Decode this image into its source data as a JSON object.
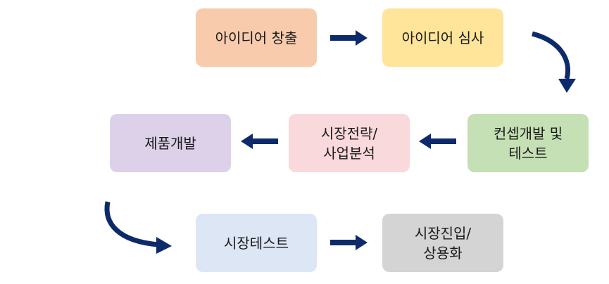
{
  "diagram": {
    "steps": [
      {
        "id": "idea-generation",
        "lines": [
          "아이디어 창출"
        ]
      },
      {
        "id": "idea-screening",
        "lines": [
          "아이디어 심사"
        ]
      },
      {
        "id": "concept-dev-test",
        "lines": [
          "컨셉개발 및",
          "테스트"
        ]
      },
      {
        "id": "marketing-strategy",
        "lines": [
          "시장전략/",
          "사업분석"
        ]
      },
      {
        "id": "product-dev",
        "lines": [
          "제품개발"
        ]
      },
      {
        "id": "market-test",
        "lines": [
          "시장테스트"
        ]
      },
      {
        "id": "commercialization",
        "lines": [
          "시장진입/",
          "상용화"
        ]
      }
    ],
    "colors": {
      "arrow": "#0d2a6b",
      "box_1": "#f8cbad",
      "box_2": "#fee599",
      "box_3": "#c5e0b4",
      "box_4": "#f9d9dc",
      "box_5": "#ddd1ea",
      "box_6": "#dce6f5",
      "box_7": "#d4d4d4"
    }
  }
}
